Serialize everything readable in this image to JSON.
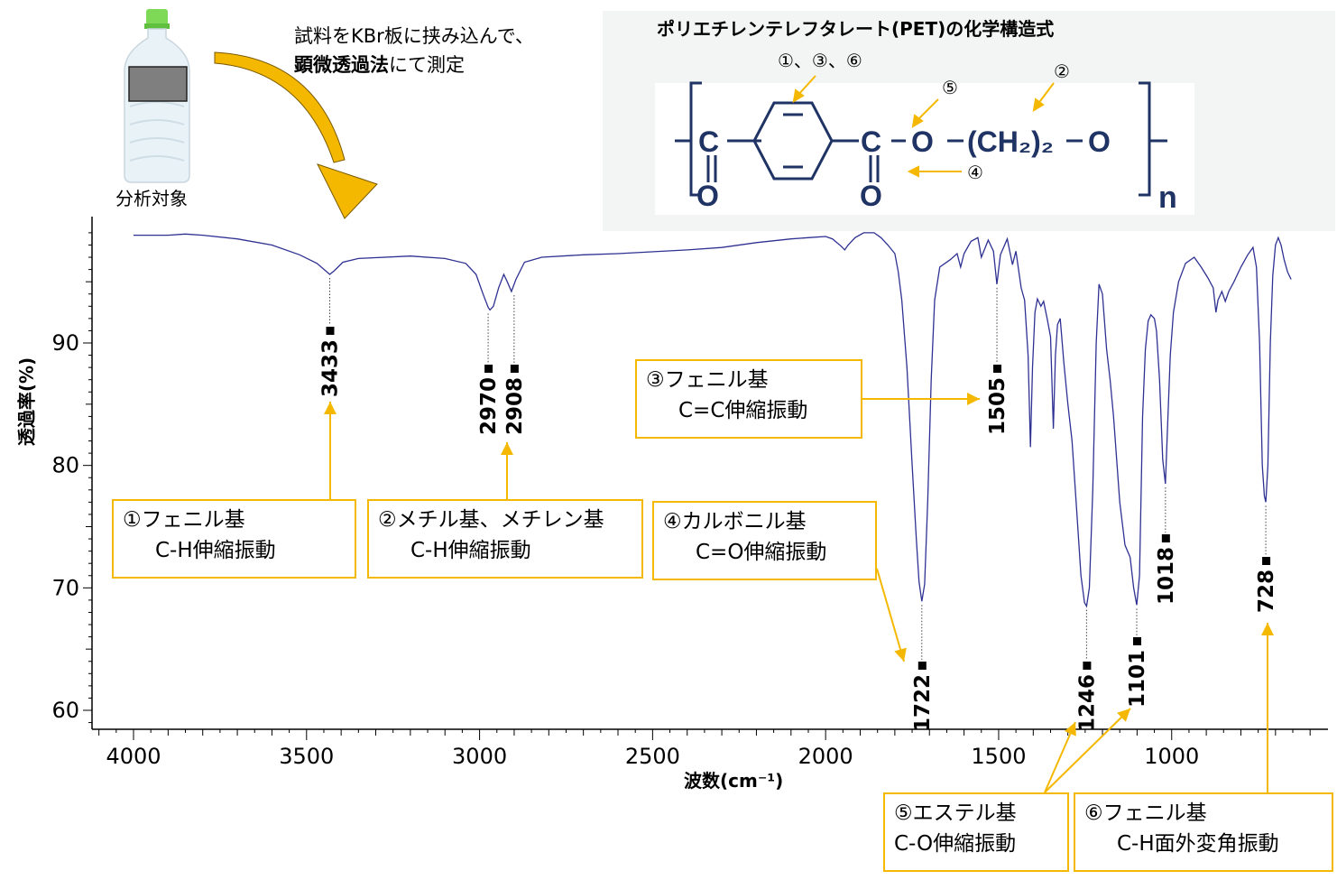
{
  "sample": {
    "label": "分析対象"
  },
  "method": {
    "line1": "試料をKBr板に挟み込んで、",
    "line2_bold": "顕微透過法",
    "line2_rest": "にて測定"
  },
  "structure": {
    "title": "ポリエチレンテレフタレート(PET)の化学構造式",
    "markers": {
      "ring": "①、③、⑥",
      "ch2": "②",
      "ester_o": "⑤",
      "carbonyl": "④"
    },
    "atoms": {
      "c": "C",
      "o": "O",
      "ch2": "(CH₂)₂",
      "n": "n"
    }
  },
  "annotations": [
    {
      "id": "1",
      "line1": "①フェニル基",
      "line2": "C-H伸縮振動"
    },
    {
      "id": "2",
      "line1": "②メチル基、メチレン基",
      "line2": "C-H伸縮振動"
    },
    {
      "id": "3",
      "line1": "③フェニル基",
      "line2": "C=C伸縮振動"
    },
    {
      "id": "4",
      "line1": "④カルボニル基",
      "line2": "C=O伸縮振動"
    },
    {
      "id": "5",
      "line1": "⑤エステル基",
      "line2": "C-O伸縮振動"
    },
    {
      "id": "6",
      "line1": "⑥フェニル基",
      "line2": "C-H面外変角振動"
    }
  ],
  "colors": {
    "spectrum": "#2e3192",
    "accent": "#f5b800",
    "struct_ink": "#1f3364"
  },
  "chart_data": {
    "type": "line",
    "xlabel": "波数(cm⁻¹)",
    "ylabel": "透過率(%)",
    "xlim": [
      4000,
      650
    ],
    "ylim": [
      58.5,
      99.5
    ],
    "x_ticks": [
      4000,
      3500,
      3000,
      2500,
      2000,
      1500,
      1000
    ],
    "y_ticks": [
      60,
      70,
      80,
      90
    ],
    "series": [
      {
        "values_xy": [
          [
            4000,
            98.8
          ],
          [
            3900,
            98.8
          ],
          [
            3850,
            98.9
          ],
          [
            3800,
            98.8
          ],
          [
            3700,
            98.5
          ],
          [
            3600,
            98.0
          ],
          [
            3520,
            97.2
          ],
          [
            3470,
            96.5
          ],
          [
            3445,
            95.9
          ],
          [
            3433,
            95.6
          ],
          [
            3420,
            95.9
          ],
          [
            3395,
            96.6
          ],
          [
            3350,
            96.9
          ],
          [
            3200,
            97.1
          ],
          [
            3100,
            96.9
          ],
          [
            3040,
            96.5
          ],
          [
            3010,
            95.6
          ],
          [
            2990,
            94.0
          ],
          [
            2975,
            92.9
          ],
          [
            2970,
            92.7
          ],
          [
            2960,
            93.0
          ],
          [
            2945,
            94.5
          ],
          [
            2930,
            95.6
          ],
          [
            2920,
            95.0
          ],
          [
            2908,
            94.2
          ],
          [
            2895,
            95.2
          ],
          [
            2870,
            96.6
          ],
          [
            2820,
            97.0
          ],
          [
            2700,
            97.2
          ],
          [
            2600,
            97.3
          ],
          [
            2400,
            97.6
          ],
          [
            2300,
            97.8
          ],
          [
            2200,
            98.2
          ],
          [
            2100,
            98.5
          ],
          [
            2050,
            98.6
          ],
          [
            2000,
            98.7
          ],
          [
            1980,
            98.5
          ],
          [
            1955,
            97.9
          ],
          [
            1945,
            97.6
          ],
          [
            1935,
            98.0
          ],
          [
            1915,
            98.6
          ],
          [
            1890,
            99.0
          ],
          [
            1860,
            99.0
          ],
          [
            1840,
            98.6
          ],
          [
            1820,
            98.0
          ],
          [
            1800,
            97.3
          ],
          [
            1790,
            95.8
          ],
          [
            1780,
            93.5
          ],
          [
            1765,
            88.0
          ],
          [
            1750,
            80.0
          ],
          [
            1738,
            74.0
          ],
          [
            1730,
            70.5
          ],
          [
            1722,
            68.9
          ],
          [
            1714,
            70.3
          ],
          [
            1705,
            77.0
          ],
          [
            1695,
            87.0
          ],
          [
            1685,
            93.5
          ],
          [
            1670,
            96.2
          ],
          [
            1640,
            96.8
          ],
          [
            1620,
            97.3
          ],
          [
            1610,
            96.2
          ],
          [
            1600,
            97.3
          ],
          [
            1580,
            98.3
          ],
          [
            1560,
            98.6
          ],
          [
            1550,
            97.0
          ],
          [
            1530,
            98.4
          ],
          [
            1515,
            97.5
          ],
          [
            1505,
            94.8
          ],
          [
            1495,
            97.2
          ],
          [
            1475,
            98.5
          ],
          [
            1460,
            96.4
          ],
          [
            1450,
            97.5
          ],
          [
            1435,
            94.5
          ],
          [
            1425,
            93.5
          ],
          [
            1415,
            89.0
          ],
          [
            1408,
            81.5
          ],
          [
            1402,
            88.0
          ],
          [
            1395,
            92.5
          ],
          [
            1388,
            93.6
          ],
          [
            1378,
            93.0
          ],
          [
            1370,
            93.4
          ],
          [
            1360,
            92.0
          ],
          [
            1350,
            90.5
          ],
          [
            1342,
            83.0
          ],
          [
            1336,
            89.0
          ],
          [
            1330,
            91.5
          ],
          [
            1322,
            92.0
          ],
          [
            1312,
            88.5
          ],
          [
            1300,
            85.0
          ],
          [
            1288,
            82.0
          ],
          [
            1275,
            76.5
          ],
          [
            1262,
            71.0
          ],
          [
            1252,
            68.8
          ],
          [
            1246,
            68.5
          ],
          [
            1238,
            70.0
          ],
          [
            1228,
            78.0
          ],
          [
            1218,
            90.0
          ],
          [
            1210,
            94.8
          ],
          [
            1200,
            94.0
          ],
          [
            1188,
            89.5
          ],
          [
            1178,
            87.0
          ],
          [
            1168,
            84.0
          ],
          [
            1150,
            77.0
          ],
          [
            1135,
            73.5
          ],
          [
            1120,
            72.5
          ],
          [
            1110,
            70.0
          ],
          [
            1101,
            68.6
          ],
          [
            1093,
            71.0
          ],
          [
            1084,
            84.0
          ],
          [
            1076,
            89.5
          ],
          [
            1068,
            91.8
          ],
          [
            1060,
            92.3
          ],
          [
            1050,
            92.0
          ],
          [
            1044,
            91.0
          ],
          [
            1035,
            87.0
          ],
          [
            1026,
            80.5
          ],
          [
            1018,
            78.5
          ],
          [
            1012,
            83.0
          ],
          [
            1004,
            89.0
          ],
          [
            995,
            92.5
          ],
          [
            980,
            95.0
          ],
          [
            960,
            96.5
          ],
          [
            935,
            97.0
          ],
          [
            915,
            96.2
          ],
          [
            895,
            95.3
          ],
          [
            880,
            94.5
          ],
          [
            872,
            92.5
          ],
          [
            866,
            93.5
          ],
          [
            855,
            94.2
          ],
          [
            845,
            93.4
          ],
          [
            835,
            94.2
          ],
          [
            820,
            95.0
          ],
          [
            800,
            96.2
          ],
          [
            780,
            97.2
          ],
          [
            765,
            97.8
          ],
          [
            755,
            96.2
          ],
          [
            746,
            90.0
          ],
          [
            738,
            80.0
          ],
          [
            732,
            77.5
          ],
          [
            728,
            77.0
          ],
          [
            722,
            80.0
          ],
          [
            715,
            90.0
          ],
          [
            708,
            95.5
          ],
          [
            700,
            98.0
          ],
          [
            692,
            98.6
          ],
          [
            684,
            98.0
          ],
          [
            675,
            96.8
          ],
          [
            665,
            95.8
          ],
          [
            655,
            95.2
          ]
        ]
      }
    ],
    "peaks": [
      {
        "x": 3433,
        "label": "3433"
      },
      {
        "x": 2970,
        "label": "2970"
      },
      {
        "x": 2908,
        "label": "2908"
      },
      {
        "x": 1505,
        "label": "1505"
      },
      {
        "x": 1722,
        "label": "1722"
      },
      {
        "x": 1246,
        "label": "1246"
      },
      {
        "x": 1101,
        "label": "1101"
      },
      {
        "x": 1018,
        "label": "1018"
      },
      {
        "x": 728,
        "label": "728"
      }
    ]
  }
}
